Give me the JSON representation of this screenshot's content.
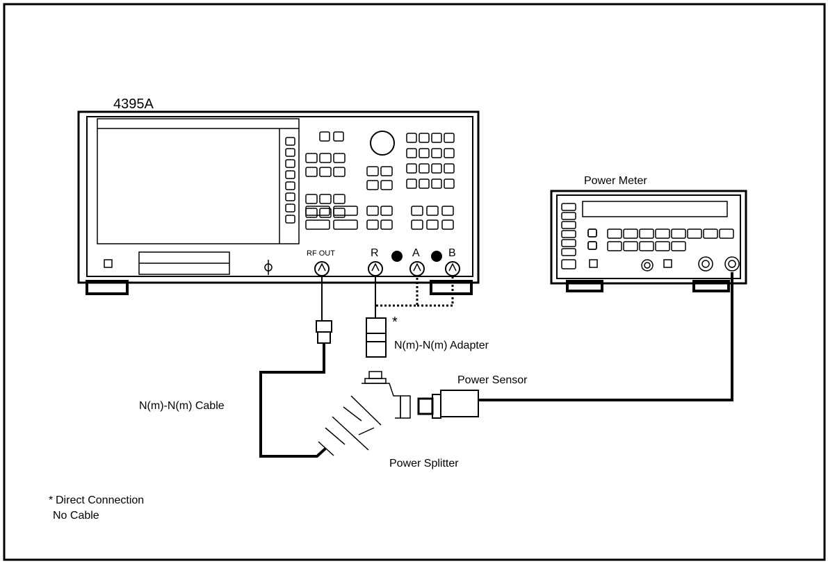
{
  "analyzer": {
    "model": "4395A",
    "ports": {
      "rf_out": "RF OUT",
      "r": "R",
      "a": "A",
      "b": "B"
    }
  },
  "power_meter": {
    "label": "Power Meter"
  },
  "parts": {
    "adapter": "N(m)-N(m) Adapter",
    "power_sensor": "Power Sensor",
    "cable": "N(m)-N(m) Cable",
    "splitter": "Power Splitter",
    "direct_marker": "*"
  },
  "footnote": {
    "line1": "Direct Connection",
    "line2": "No Cable",
    "marker": "*"
  }
}
